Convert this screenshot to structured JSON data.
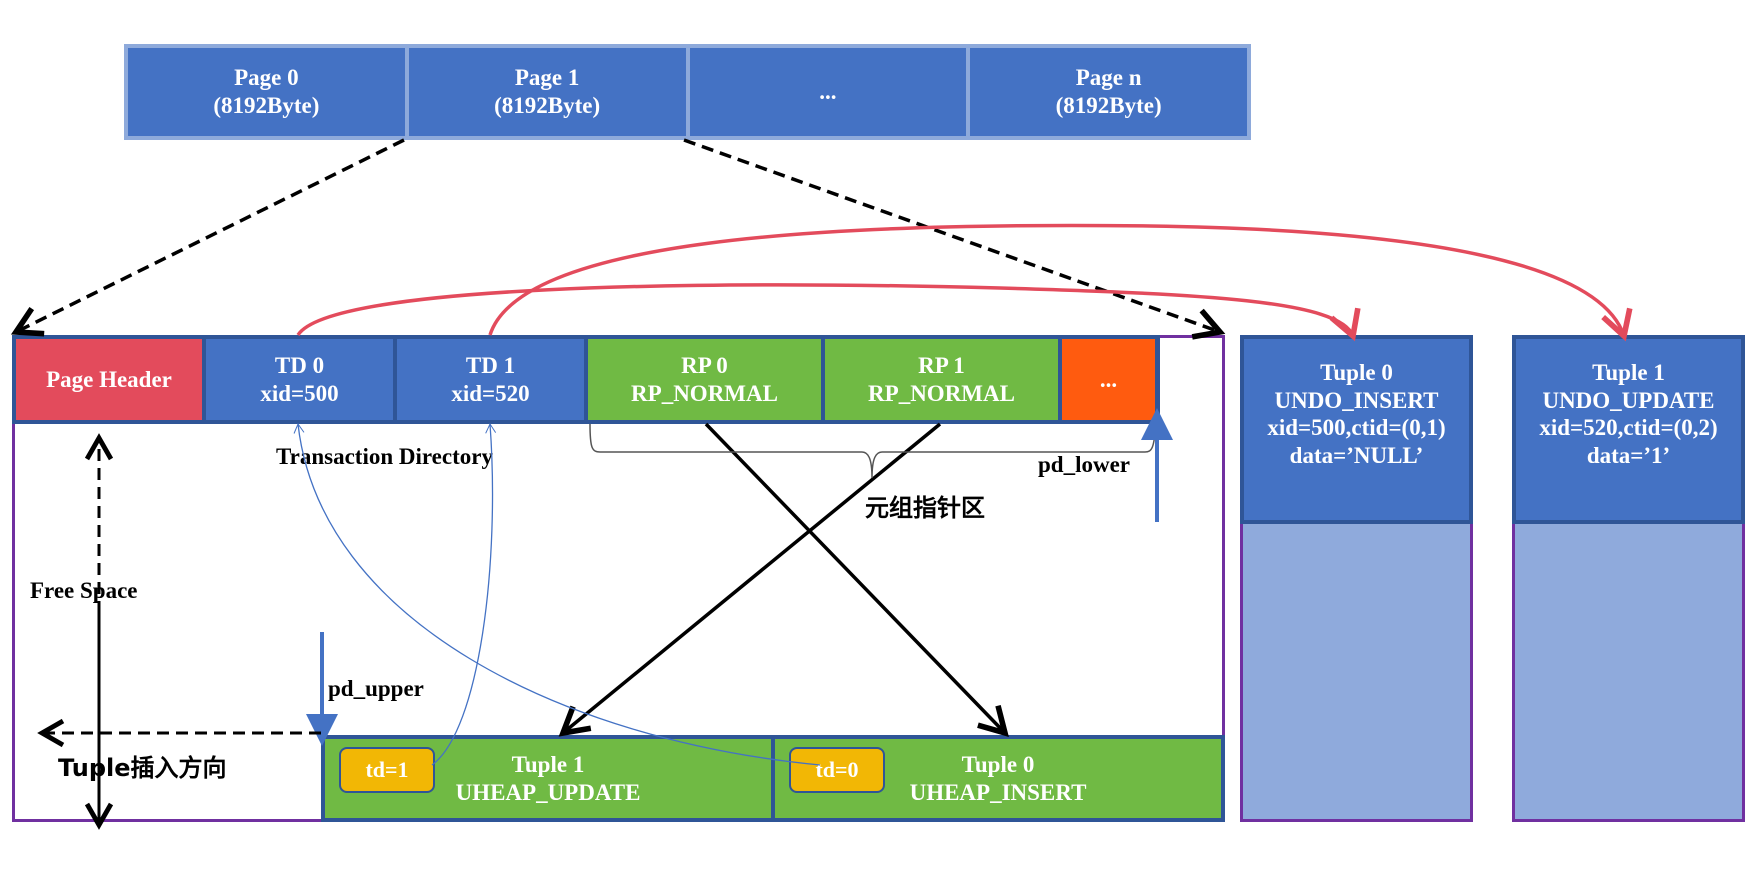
{
  "pages": [
    {
      "title": "Page 0",
      "size": "(8192Byte)"
    },
    {
      "title": "Page 1",
      "size": "(8192Byte)"
    },
    {
      "title": "...",
      "size": ""
    },
    {
      "title": "Page n",
      "size": "(8192Byte)"
    }
  ],
  "page_layout": {
    "header": "Page Header",
    "transaction_slots": [
      {
        "title": "TD 0",
        "xid": "xid=500"
      },
      {
        "title": "TD 1",
        "xid": "xid=520"
      }
    ],
    "row_pointers": [
      {
        "title": "RP 0",
        "state": "RP_NORMAL"
      },
      {
        "title": "RP 1",
        "state": "RP_NORMAL"
      }
    ],
    "more": "...",
    "tuples": [
      {
        "td": "td=1",
        "title": "Tuple 1",
        "op": "UHEAP_UPDATE"
      },
      {
        "td": "td=0",
        "title": "Tuple 0",
        "op": "UHEAP_INSERT"
      }
    ]
  },
  "labels": {
    "transaction_directory": "Transaction Directory",
    "pd_lower": "pd_lower",
    "pd_upper": "pd_upper",
    "tuple_pointer_area": "元组指针区",
    "free_space": "Free Space",
    "tuple_insert_direction": "Tuple插入方向"
  },
  "undo_records": [
    {
      "title": "Tuple 0",
      "op": "UNDO_INSERT",
      "ids": "xid=500,ctid=(0,1)",
      "data": "data=’NULL’"
    },
    {
      "title": "Tuple 1",
      "op": "UNDO_UPDATE",
      "ids": "xid=520,ctid=(0,2)",
      "data": "data=’1’"
    }
  ],
  "colors": {
    "page_blue": "#4472c4",
    "header_red": "#e34b5c",
    "rp_green": "#70ba44",
    "more_orange": "#ff5b0f",
    "td_tag_yellow": "#f2b705",
    "outline_purple": "#7030a0",
    "undo_light": "#8faadc",
    "link_red": "#e34b5c"
  }
}
